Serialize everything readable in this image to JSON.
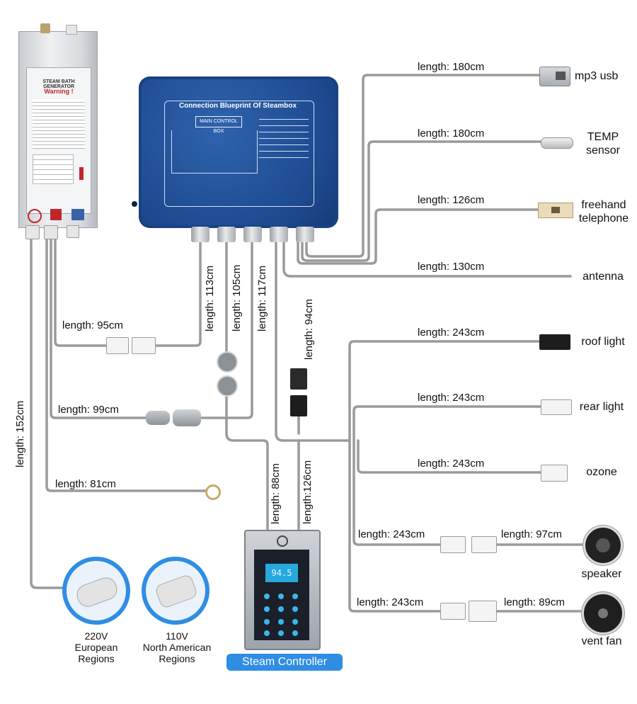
{
  "generator": {
    "label_title": "STEAM BATH GENERATOR",
    "label_warning": "Warning !"
  },
  "control_box": {
    "title": "Connection Blueprint Of Steambox",
    "main": "MAIN CONTROL BOX"
  },
  "lengths": {
    "mp3_usb": "length: 180cm",
    "temp": "length: 180cm",
    "telephone": "length: 126cm",
    "antenna": "length: 130cm",
    "roof_light": "length: 243cm",
    "rear_light": "length: 243cm",
    "ozone": "length: 243cm",
    "speaker_a": "length: 243cm",
    "speaker_b": "length: 97cm",
    "fan_a": "length: 243cm",
    "fan_b": "length: 89cm",
    "v113": "length: 113cm",
    "v105": "length: 105cm",
    "v117": "length: 117cm",
    "v94": "length: 94cm",
    "h95": "length: 95cm",
    "h99": "length: 99cm",
    "h81": "length: 81cm",
    "v152": "length: 152cm",
    "v88": "length: 88cm",
    "v126": "length:126cm"
  },
  "devices": {
    "mp3_usb": "mp3 usb",
    "temp_1": "TEMP",
    "temp_2": "sensor",
    "tel_1": "freehand",
    "tel_2": "telephone",
    "antenna": "antenna",
    "roof_light": "roof light",
    "rear_light": "rear light",
    "ozone": "ozone",
    "speaker": "speaker",
    "vent_fan": "vent fan"
  },
  "plugs": {
    "eu_1": "220V",
    "eu_2": "European",
    "eu_3": "Regions",
    "na_1": "110V",
    "na_2": "North American",
    "na_3": "Regions"
  },
  "controller": {
    "label": "Steam Controller",
    "display": "94.5"
  },
  "colors": {
    "cable": "#9a9a9a",
    "box_blue": "#1d4a8f",
    "accent_blue": "#2f8de4"
  }
}
